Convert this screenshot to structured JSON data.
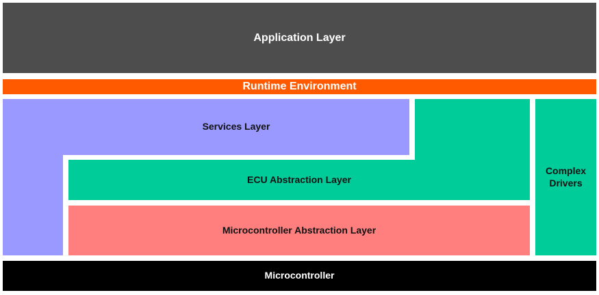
{
  "layers": {
    "application": {
      "label": "Application Layer",
      "color": "#4d4d4d"
    },
    "runtime_environment": {
      "label": "Runtime Environment",
      "color": "#ff5a00"
    },
    "services": {
      "label": "Services Layer",
      "color": "#9999ff"
    },
    "ecu_abstraction": {
      "label": "ECU Abstraction Layer",
      "color": "#00cc99"
    },
    "microcontroller_abstraction": {
      "label": "Microcontroller Abstraction Layer",
      "color": "#ff7f7f"
    },
    "complex_drivers": {
      "label": "Complex Drivers",
      "color": "#00cc99"
    },
    "microcontroller": {
      "label": "Microcontroller",
      "color": "#000000"
    }
  }
}
